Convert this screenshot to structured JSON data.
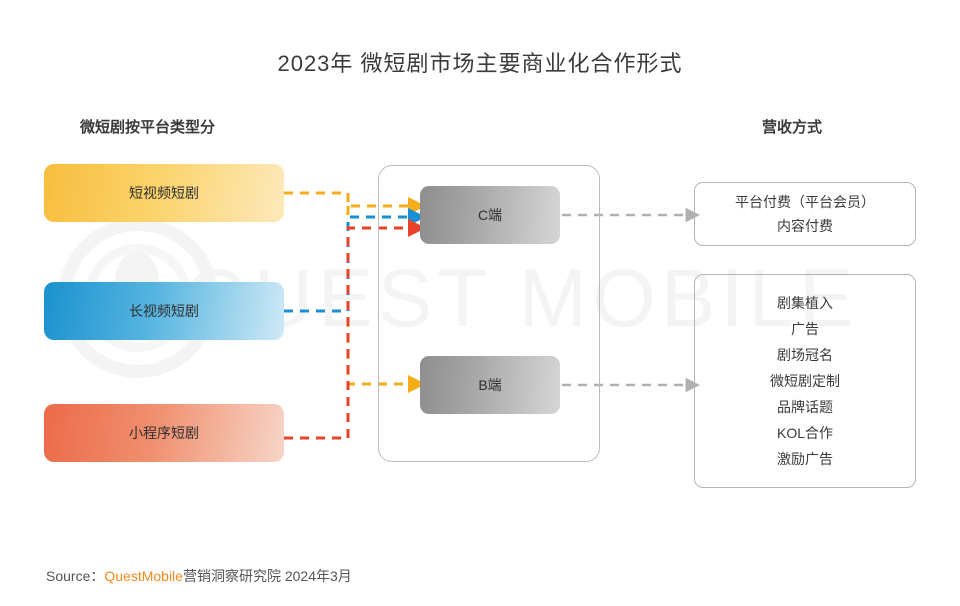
{
  "title": "2023年 微短剧市场主要商业化合作形式",
  "headers": {
    "left": "微短剧按平台类型分",
    "right": "营收方式"
  },
  "platform_boxes": [
    {
      "label": "短视频短剧",
      "color": "#f7bd3e"
    },
    {
      "label": "长视频短剧",
      "color": "#1a91cf"
    },
    {
      "label": "小程序短剧",
      "color": "#ec6a4a"
    }
  ],
  "end_boxes": [
    {
      "label": "C端"
    },
    {
      "label": "B端"
    }
  ],
  "revenue_boxes": [
    {
      "lines": [
        "平台付费（平台会员）",
        "内容付费"
      ]
    },
    {
      "lines": [
        "剧集植入",
        "广告",
        "剧场冠名",
        "微短剧定制",
        "品牌话题",
        "KOL合作",
        "激励广告"
      ]
    }
  ],
  "watermark": "QUEST MOBILE",
  "source": {
    "prefix": "Source：",
    "brand": "QuestMobile",
    "suffix": "营销洞察研究院 2024年3月"
  },
  "colors": {
    "yellow": "#f5ae1b",
    "blue": "#1b8fd4",
    "red": "#e8432a",
    "gray_arrow": "#b0b0b0"
  }
}
